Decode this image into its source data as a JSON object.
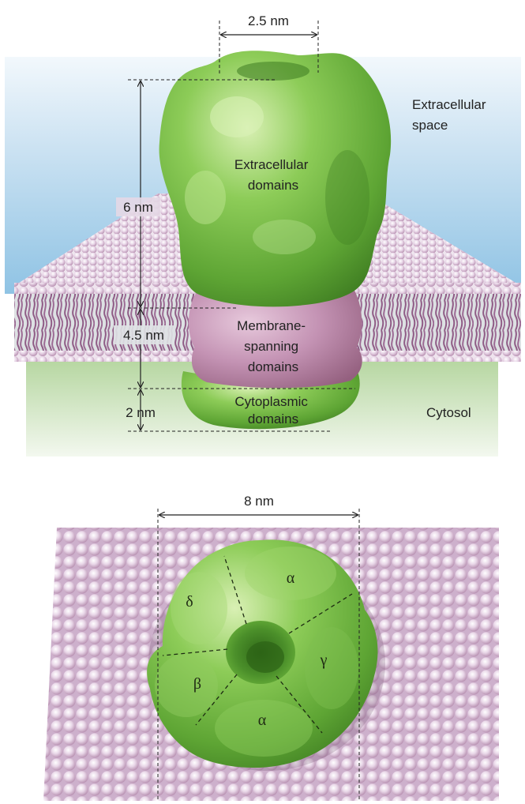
{
  "side_view": {
    "dim_pore_width": "2.5 nm",
    "dim_extracellular_height": "6 nm",
    "dim_membrane_height": "4.5 nm",
    "dim_cytoplasmic_height": "2 nm",
    "label_extracellular_domains_line1": "Extracellular",
    "label_extracellular_domains_line2": "domains",
    "label_membrane_domains_line1": "Membrane-",
    "label_membrane_domains_line2": "spanning",
    "label_membrane_domains_line3": "domains",
    "label_cytoplasmic_domains_line1": "Cytoplasmic",
    "label_cytoplasmic_domains_line2": "domains",
    "label_extracellular_space_line1": "Extracellular",
    "label_extracellular_space_line2": "space",
    "label_cytosol": "Cytosol"
  },
  "top_view": {
    "dim_diameter": "8 nm",
    "subunits": [
      "α",
      "γ",
      "α",
      "β",
      "δ"
    ]
  },
  "colors": {
    "protein_green": "#6fb83a",
    "membrane_pink": "#b98aa8",
    "extracellular_blue": "#9fcbe6",
    "cytosol_green": "#cfe3c2"
  }
}
